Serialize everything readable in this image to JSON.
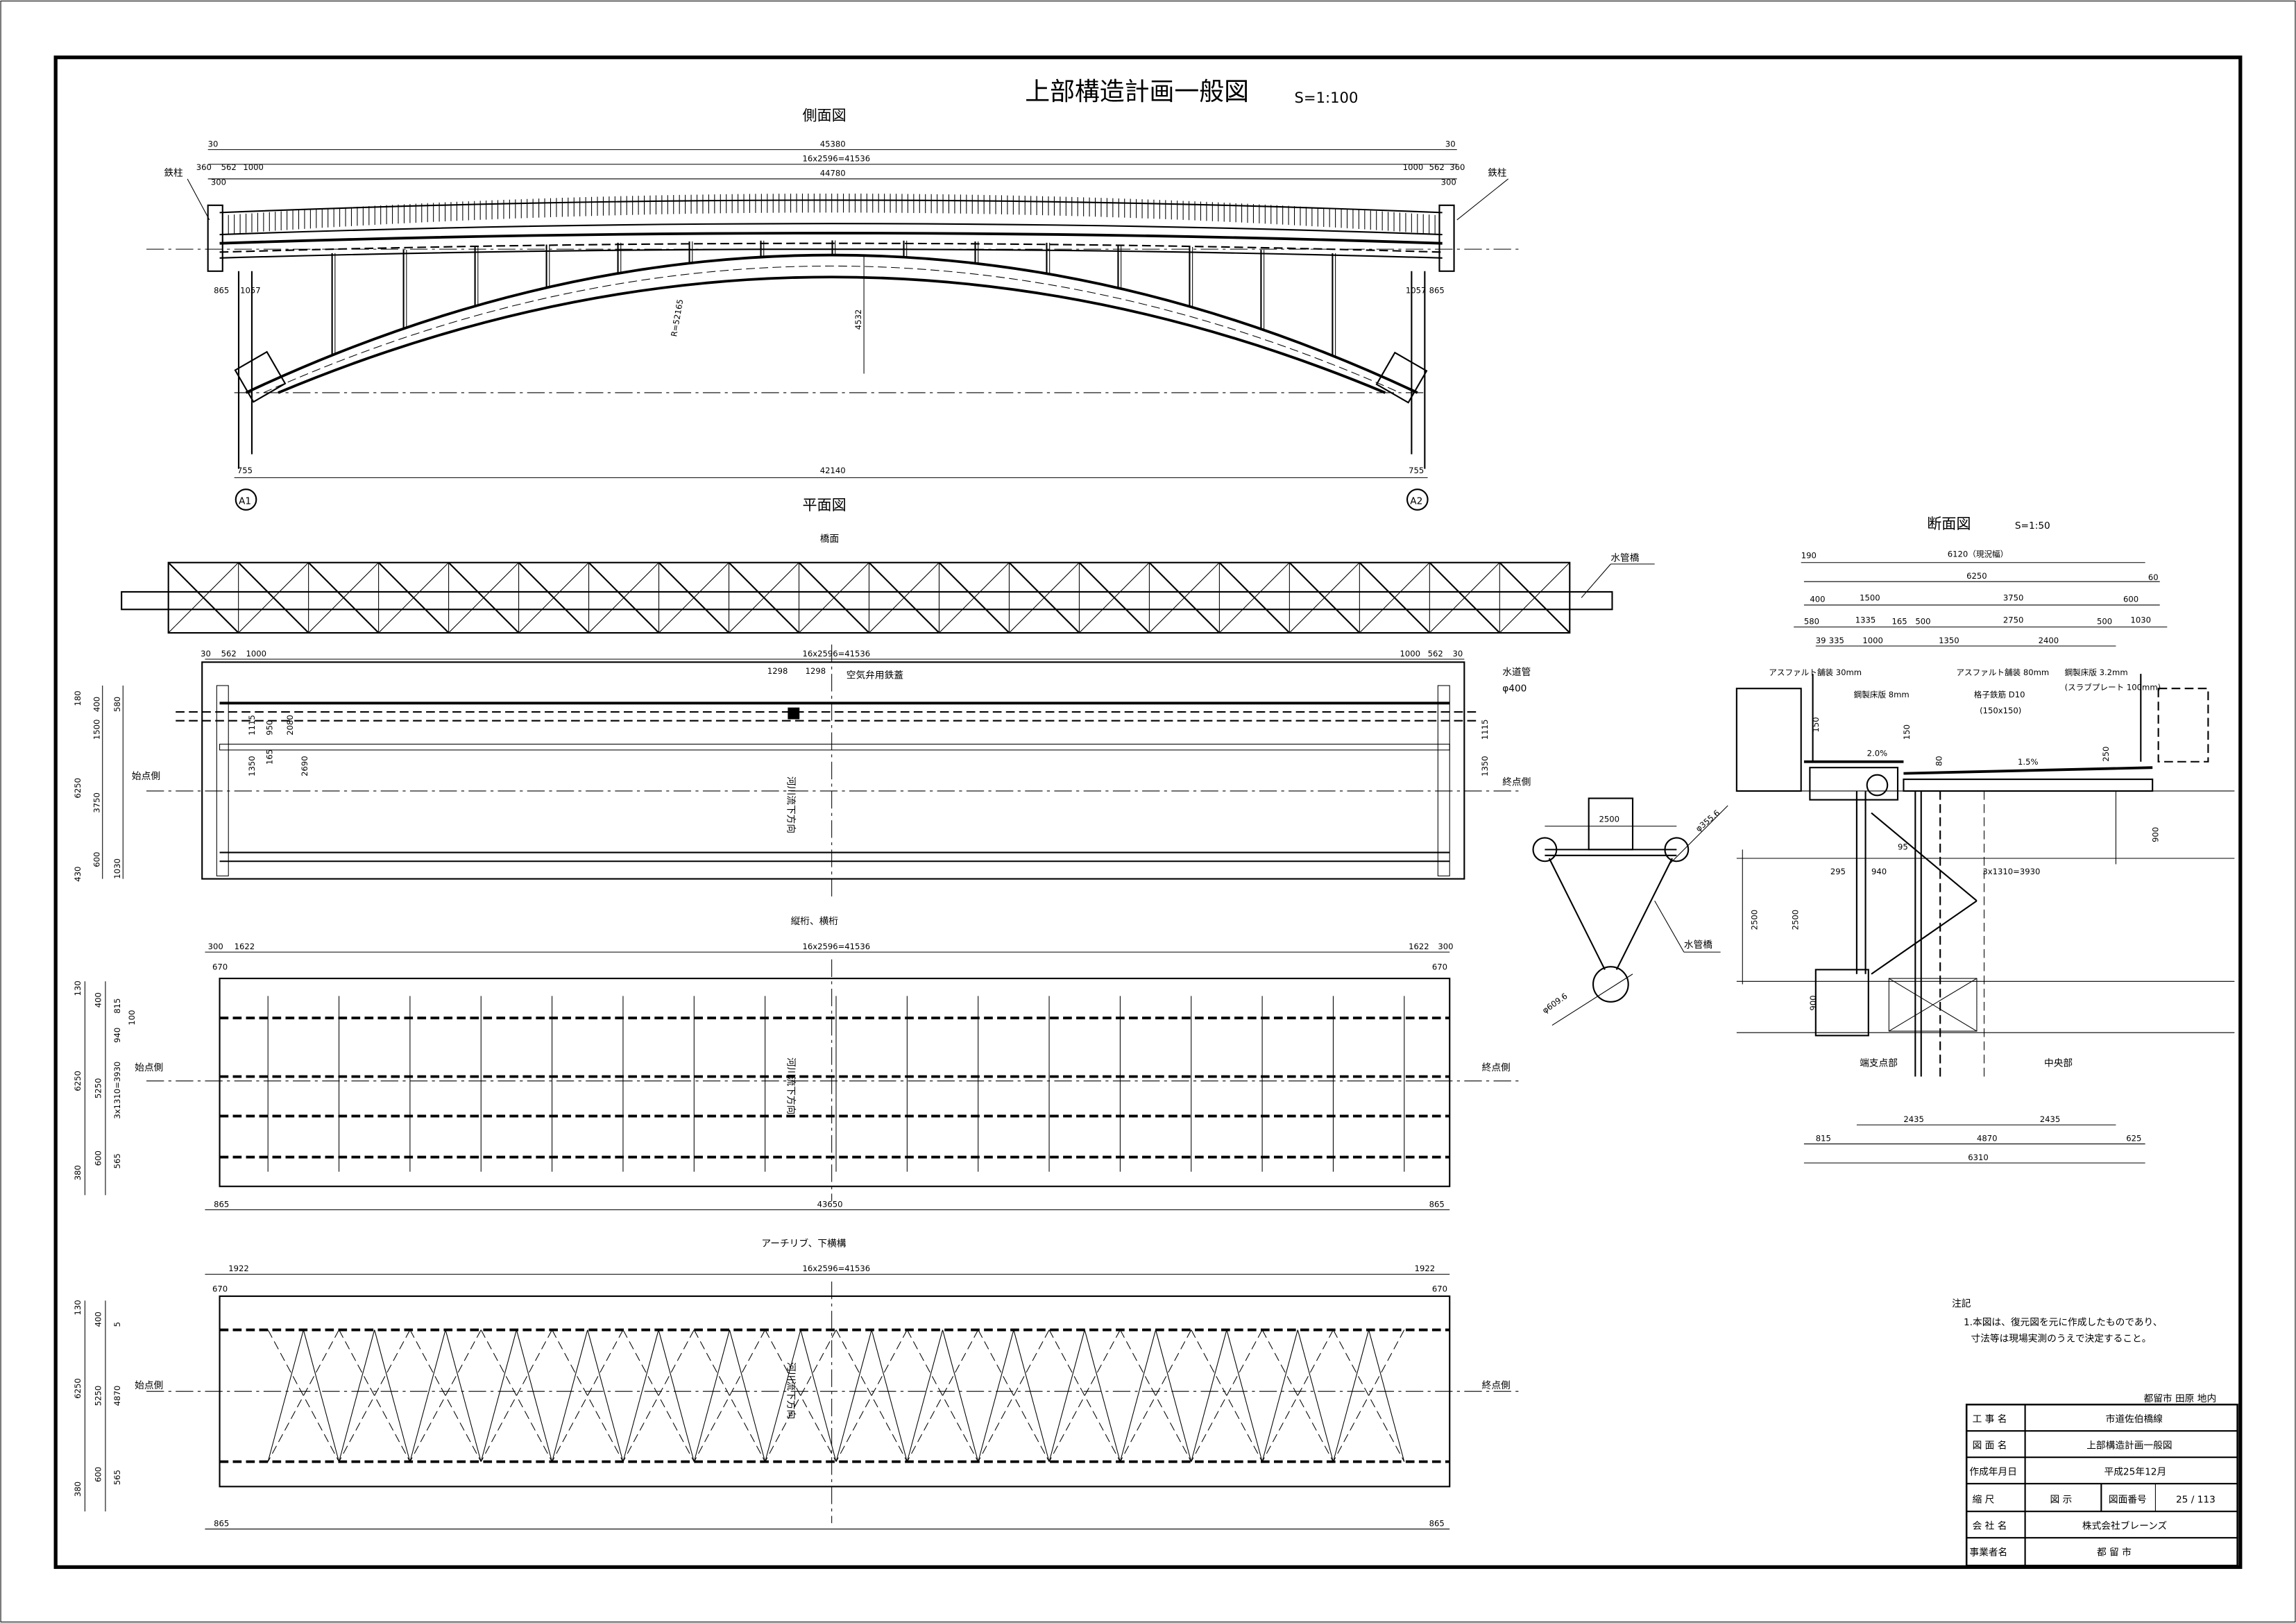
{
  "sheet": {
    "title": "上部構造計画一般図",
    "scale": "S=1:100"
  },
  "side_view": {
    "title": "側面図",
    "dims_top": [
      "45380",
      "16x2596=41536",
      "44780"
    ],
    "dims_left": [
      "30",
      "360",
      "562",
      "1000",
      "300"
    ],
    "dims_right": [
      "30",
      "1000",
      "562",
      "360",
      "300"
    ],
    "dims_lower_left": [
      "865",
      "1057"
    ],
    "dims_lower_right": [
      "1057",
      "865"
    ],
    "rise": "4532",
    "radius": "R=52165",
    "span": "42140",
    "end_dims": [
      "755",
      "755"
    ],
    "column_label_left": "鉄柱",
    "column_label_right": "鉄柱",
    "abutment_left": "A1",
    "abutment_right": "A2"
  },
  "plan_view": {
    "title": "平面図",
    "deck_title": "橋面",
    "water_bridge_label": "水管橋",
    "dims_top": [
      "30",
      "562",
      "1000",
      "16x2596=41536",
      "1000",
      "562",
      "30"
    ],
    "valve_dims": [
      "1298",
      "1298"
    ],
    "valve_label": "空気弁用鉄蓋",
    "pipe_label": "水道管",
    "pipe_size": "φ400",
    "start_side": "始点側",
    "end_side": "終点側",
    "flow_direction": "河川流下方向",
    "dims_left": [
      "180",
      "400",
      "580",
      "1500",
      "6250",
      "3750",
      "600",
      "430",
      "1030"
    ],
    "dims_inner": [
      "1115",
      "950",
      "2080",
      "165",
      "1350",
      "2690"
    ],
    "dims_right": [
      "1115",
      "1350"
    ]
  },
  "stringer_view": {
    "title": "縦桁、横桁",
    "dims_top": [
      "300",
      "1622",
      "16x2596=41536",
      "1622",
      "300"
    ],
    "dims_top_inner": [
      "670",
      "670"
    ],
    "dims_left": [
      "130",
      "400",
      "815",
      "100",
      "940",
      "6250",
      "5250",
      "3x1310=3930",
      "600",
      "380",
      "565"
    ],
    "dims_bottom": [
      "865",
      "43650",
      "865"
    ],
    "start_side": "始点側",
    "end_side": "終点側",
    "flow_direction": "河川流下方向"
  },
  "arch_view": {
    "title": "アーチリブ、下横構",
    "dims_top": [
      "1922",
      "16x2596=41536",
      "1922"
    ],
    "dims_top_inner": [
      "670",
      "670"
    ],
    "dims_left": [
      "130",
      "400",
      "5",
      "6250",
      "5250",
      "4870",
      "600",
      "380",
      "565"
    ],
    "dims_bottom": [
      "865",
      "865"
    ],
    "start_side": "始点側",
    "end_side": "終点側",
    "flow_direction": "河川流下方向"
  },
  "pipe_section": {
    "width": "2500",
    "height": "2500",
    "upper_chord": "φ355.6",
    "lower_chord": "φ609.6",
    "label": "水管橋"
  },
  "cross_section": {
    "title": "断面図",
    "scale": "S=1:50",
    "dims_row1": [
      "190",
      "6120（現況幅）"
    ],
    "dims_row2": [
      "6250",
      "60"
    ],
    "dims_row3": [
      "400",
      "1500",
      "3750",
      "600"
    ],
    "dims_row4": [
      "580",
      "1335",
      "165",
      "500",
      "2750",
      "500",
      "1030"
    ],
    "dims_row5": [
      "39",
      "335",
      "1000",
      "1350",
      "2400"
    ],
    "labels": {
      "pave_walk": "アスファルト舗装 30mm",
      "deck_walk": "鋼製床版 8mm",
      "pave_road": "アスファルト舗装 80mm",
      "rebar": "格子鉄筋 D10",
      "rebar_pitch": "(150x150)",
      "deck_road": "鋼製床版 3.2mm",
      "slab_plate": "(スラブプレート 100mm)",
      "slope_left": "2.0%",
      "slope_right": "1.5%",
      "end_support": "端支点部",
      "center": "中央部"
    },
    "dims_vertical": [
      "150",
      "150",
      "250",
      "80",
      "900",
      "2500",
      "900"
    ],
    "dims_mid": [
      "295",
      "940",
      "95",
      "3x1310=3930"
    ],
    "dims_bottom1": [
      "2435",
      "4870",
      "2435"
    ],
    "dims_bottom2": [
      "815",
      "625"
    ],
    "dims_total": "6310"
  },
  "notes": {
    "heading": "注記",
    "line1": "1.本図は、復元図を元に作成したものであり、",
    "line2": "寸法等は現場実測のうえで決定すること。"
  },
  "title_block": {
    "location": "都留市 田原 地内",
    "rows": [
      {
        "label": "工 事 名",
        "value": "市道佐伯橋線"
      },
      {
        "label": "図 面 名",
        "value": "上部構造計画一般図"
      },
      {
        "label": "作成年月日",
        "value": "平成25年12月"
      },
      {
        "label": "縮 尺",
        "value": "図 示",
        "label2": "図面番号",
        "value2": "25 / 113"
      },
      {
        "label": "会 社 名",
        "value": "株式会社ブレーンズ"
      },
      {
        "label": "事業者名",
        "value": "都 留 市"
      }
    ]
  }
}
